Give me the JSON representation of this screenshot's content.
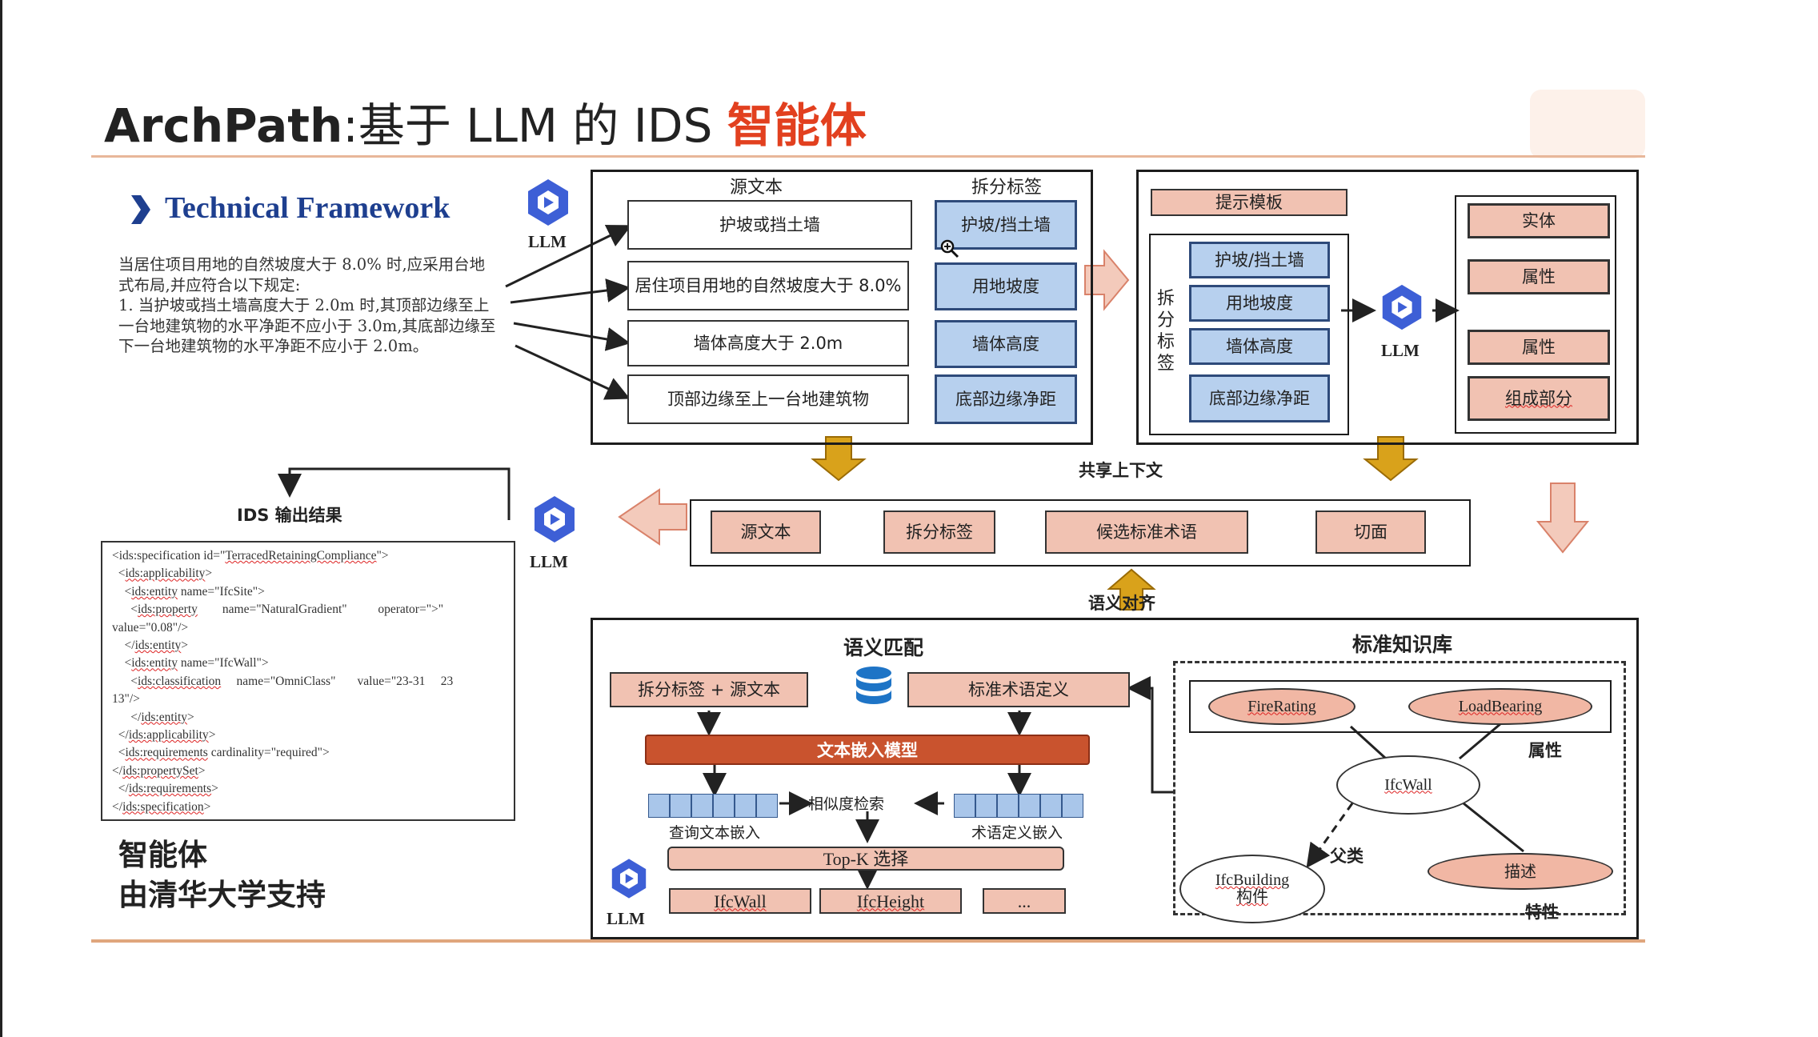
{
  "header": {
    "title_bold": "ArchPath",
    "title_mid": ":基于 LLM 的 IDS ",
    "title_accent": "智能体"
  },
  "left": {
    "framework_title": "Technical Framework",
    "paragraph": "当居住项目用地的自然坡度大于 8.0% 时,应采用台地式布局,并应符合以下规定:\n1. 当护坡或挡土墙高度大于 2.0m 时,其顶部边缘至上一台地建筑物的水平净距不应小于 3.0m,其底部边缘至下一台地建筑物的水平净距不应小于 2.0m。",
    "ids_output_label": "IDS 输出结果",
    "agent_line1": "智能体",
    "agent_line2": "由清华大学支持"
  },
  "llm_label": "LLM",
  "panel1": {
    "source_header": "源文本",
    "tag_header": "拆分标签",
    "source_items": [
      "护坡或挡土墙",
      "居住项目用地的自然坡度大于 8.0%",
      "墙体高度大于 2.0m",
      "顶部边缘至上一台地建筑物"
    ],
    "tag_items": [
      "护坡/挡土墙",
      "用地坡度",
      "墙体高度",
      "底部边缘净距"
    ]
  },
  "panel2": {
    "prompt_template": "提示模板",
    "split_tag_vertical": "拆分标签",
    "tag_items": [
      "护坡/挡土墙",
      "用地坡度",
      "墙体高度",
      "底部边缘净距"
    ],
    "output_items": [
      "实体",
      "属性",
      "属性",
      "组成部分"
    ]
  },
  "shared": {
    "label": "共享上下文",
    "items": [
      "源文本",
      "拆分标签",
      "候选标准术语",
      "切面"
    ],
    "align_label": "语义对齐"
  },
  "matching": {
    "title": "语义匹配",
    "left_box": "拆分标签 + 源文本",
    "right_box": "标准术语定义",
    "embed_model": "文本嵌入模型",
    "query_embed": "查询文本嵌入",
    "similarity": "相似度检索",
    "term_embed": "术语定义嵌入",
    "topk": "Top-K 选择",
    "results": [
      "IfcWall",
      "IfcHeight",
      "..."
    ]
  },
  "kb": {
    "title": "标准知识库",
    "fire": "FireRating",
    "load": "LoadBearing",
    "attr_label": "属性",
    "wall": "IfcWall",
    "parent_label": "父类",
    "building": "IfcBuilding",
    "component": "构件",
    "desc": "描述",
    "feature_label": "特性"
  },
  "code_lines": [
    {
      "pre": "<ids:specification id=\"",
      "u": "TerracedRetainingCompliance",
      "post": "\">"
    },
    {
      "pre": "  <",
      "u": "ids:applicability",
      "post": ">"
    },
    {
      "pre": "    <",
      "u": "ids:entity",
      "post": " name=\"IfcSite\">"
    },
    {
      "pre": "      <",
      "u": "ids:property",
      "post": "        name=\"NaturalGradient\"          operator=\">\""
    },
    {
      "pre": "value=\"0.08\"/>",
      "u": "",
      "post": ""
    },
    {
      "pre": "    </",
      "u": "ids:entity",
      "post": ">"
    },
    {
      "pre": "    <",
      "u": "ids:entity",
      "post": " name=\"IfcWall\">"
    },
    {
      "pre": "      <",
      "u": "ids:classification",
      "post": "     name=\"OmniClass\"       value=\"23-31     23"
    },
    {
      "pre": "13\"/>",
      "u": "",
      "post": ""
    },
    {
      "pre": "      </",
      "u": "ids:entity",
      "post": ">"
    },
    {
      "pre": "  </",
      "u": "ids:applicability",
      "post": ">"
    },
    {
      "pre": "  <",
      "u": "ids:requirements",
      "post": " cardinality=\"required\">"
    },
    {
      "pre": "</",
      "u": "ids:propertySet",
      "post": ">"
    },
    {
      "pre": "  </",
      "u": "ids:requirements",
      "post": ">"
    },
    {
      "pre": "</",
      "u": "ids:specification",
      "post": ">"
    }
  ],
  "colors": {
    "accent": "#e2401f",
    "framework_blue": "#1e3f8f",
    "tag_blue": "#b7d0ee",
    "salmon": "#f1c2b2",
    "gold_arrow": "#d9a21b",
    "embed_red": "#c9532e"
  }
}
